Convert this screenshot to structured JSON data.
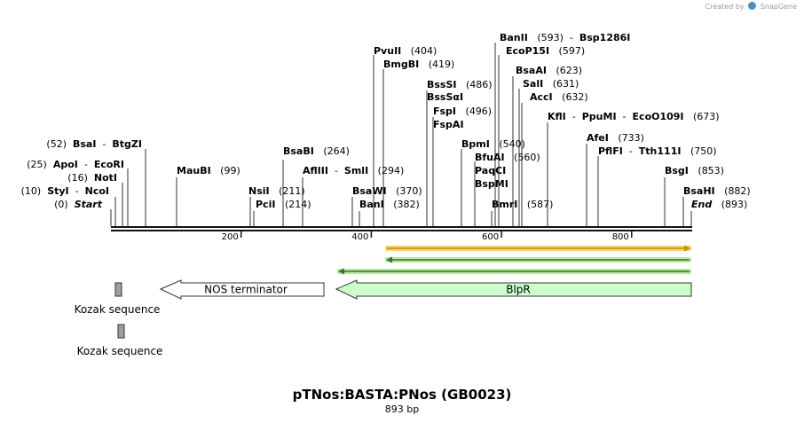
{
  "header": {
    "credit": "Created by",
    "brand": "SnapGene"
  },
  "map": {
    "title": "pTNos:BASTA:PNos (GB0023)",
    "length_label": "893 bp",
    "length_bp": 893,
    "ticks": [
      {
        "bp": 200,
        "label": "200"
      },
      {
        "bp": 400,
        "label": "400"
      },
      {
        "bp": 600,
        "label": "600"
      },
      {
        "bp": 800,
        "label": "800"
      }
    ],
    "enzyme_rows": [
      [
        {
          "name": "BanII",
          "pos": "(593)"
        },
        {
          "sep": "-"
        },
        {
          "name": "Bsp1286I",
          "pos": ""
        }
      ],
      [
        {
          "name": "EcoP15I",
          "pos": "(597)"
        }
      ],
      [
        {
          "name": "BsaAI",
          "pos": "(623)"
        }
      ],
      [
        {
          "name": "SalI",
          "pos": "(631)"
        }
      ],
      [
        {
          "name": "AccI",
          "pos": "(632)"
        }
      ],
      [
        {
          "name": "KflI",
          "pos": ""
        },
        {
          "sep": "-"
        },
        {
          "name": "PpuMI",
          "pos": ""
        },
        {
          "sep": "-"
        },
        {
          "name": "EcoO109I",
          "pos": "(673)"
        }
      ],
      [
        {
          "name": "PvuII",
          "pos": "(404)"
        }
      ],
      [
        {
          "name": "BmgBI",
          "pos": "(419)"
        }
      ],
      [
        {
          "name": "BssSI",
          "pos": "(486)"
        }
      ],
      [
        {
          "name": "BssSαI",
          "pos": ""
        }
      ],
      [
        {
          "name": "FspI",
          "pos": "(496)"
        }
      ],
      [
        {
          "name": "FspAI",
          "pos": ""
        }
      ],
      [
        {
          "name": "AfeI",
          "pos": "(733)"
        }
      ],
      [
        {
          "name": "PflFI",
          "pos": ""
        },
        {
          "sep": "-"
        },
        {
          "name": "Tth111I",
          "pos": "(750)"
        }
      ],
      [
        {
          "name": "BpmI",
          "pos": "(540)"
        }
      ],
      [
        {
          "name": "BfuAI",
          "pos": "(560)"
        }
      ],
      [
        {
          "name": "PaqCI",
          "pos": ""
        }
      ],
      [
        {
          "name": "BspMI",
          "pos": ""
        }
      ],
      [
        {
          "name": "BmrI",
          "pos": "(587)"
        }
      ],
      [
        {
          "name": "BsgI",
          "pos": "(853)"
        }
      ],
      [
        {
          "name": "BsaHI",
          "pos": "(882)"
        }
      ],
      [
        {
          "name": "End",
          "pos": "(893)"
        }
      ],
      [
        {
          "name": "BsaBI",
          "pos": "(264)"
        }
      ],
      [
        {
          "name": "AflIII",
          "pos": ""
        },
        {
          "sep": "-"
        },
        {
          "name": "SmlI",
          "pos": "(294)"
        }
      ],
      [
        {
          "name": "BsaWI",
          "pos": "(370)"
        }
      ],
      [
        {
          "name": "BanI",
          "pos": "(382)"
        }
      ],
      [
        {
          "name": "NsiI",
          "pos": "(211)"
        }
      ],
      [
        {
          "name": "PciI",
          "pos": "(214)"
        }
      ],
      [
        {
          "name": "MauBI",
          "pos": "(99)"
        }
      ],
      [
        {
          "pos": "(52)",
          "name": "BsaI"
        },
        {
          "sep": "-"
        },
        {
          "name": "BtgZI",
          "pos": ""
        }
      ],
      [
        {
          "pos": "(25)",
          "name": "ApoI"
        },
        {
          "sep": "-"
        },
        {
          "name": "EcoRI",
          "pos": ""
        }
      ],
      [
        {
          "pos": "(16)",
          "name": "NotI"
        }
      ],
      [
        {
          "pos": "(10)",
          "name": "StyI"
        },
        {
          "sep": "-"
        },
        {
          "name": "NcoI",
          "pos": ""
        }
      ],
      [
        {
          "pos": "(0)",
          "name": "Start"
        }
      ]
    ],
    "features": [
      {
        "name": "NOS terminator",
        "direction": "reverse",
        "color": "#ffffff"
      },
      {
        "name": "BlpR",
        "direction": "reverse",
        "color": "#ccffcc"
      },
      {
        "name": "Kozak sequence",
        "color": "#9aa0a8"
      },
      {
        "name": "Kozak sequence",
        "color": "#9aa0a8"
      }
    ],
    "colors": {
      "orf_forward": "#d08a00",
      "orf_forward_glow": "#f5d27a",
      "orf_reverse": "#2e7d1e",
      "orf_reverse_glow": "#b9e6a3"
    }
  }
}
